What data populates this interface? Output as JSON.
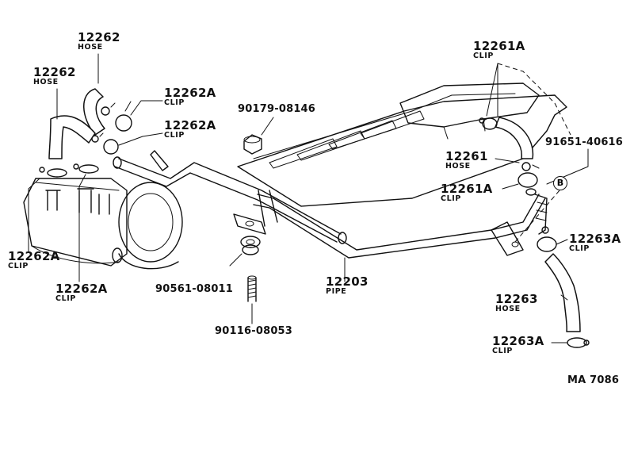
{
  "labels": {
    "hose_12262_top": {
      "part": "12262",
      "name": "HOSE"
    },
    "hose_12262_left": {
      "part": "12262",
      "name": "HOSE"
    },
    "clip_12262a_1": {
      "part": "12262A",
      "name": "CLIP"
    },
    "clip_12262a_2": {
      "part": "12262A",
      "name": "CLIP"
    },
    "clip_12262a_3": {
      "part": "12262A",
      "name": "CLIP"
    },
    "clip_12262a_4": {
      "part": "12262A",
      "name": "CLIP"
    },
    "clip_12261a_top": {
      "part": "12261A",
      "name": "CLIP"
    },
    "hose_12261": {
      "part": "12261",
      "name": "HOSE"
    },
    "clip_12261a_mid": {
      "part": "12261A",
      "name": "CLIP"
    },
    "clip_12263a_1": {
      "part": "12263A",
      "name": "CLIP"
    },
    "hose_12263": {
      "part": "12263",
      "name": "HOSE"
    },
    "clip_12263a_2": {
      "part": "12263A",
      "name": "CLIP"
    },
    "pipe_12203": {
      "part": "12203",
      "name": "PIPE"
    },
    "nut_90179": "90179-08146",
    "code_91651": "91651-40616",
    "grommet_90561": "90561-08011",
    "stud_90116": "90116-08053",
    "ref_b": "B"
  },
  "diagram_id": "MA 7086",
  "colors": {
    "ink": "#111111",
    "paper": "#ffffff"
  }
}
